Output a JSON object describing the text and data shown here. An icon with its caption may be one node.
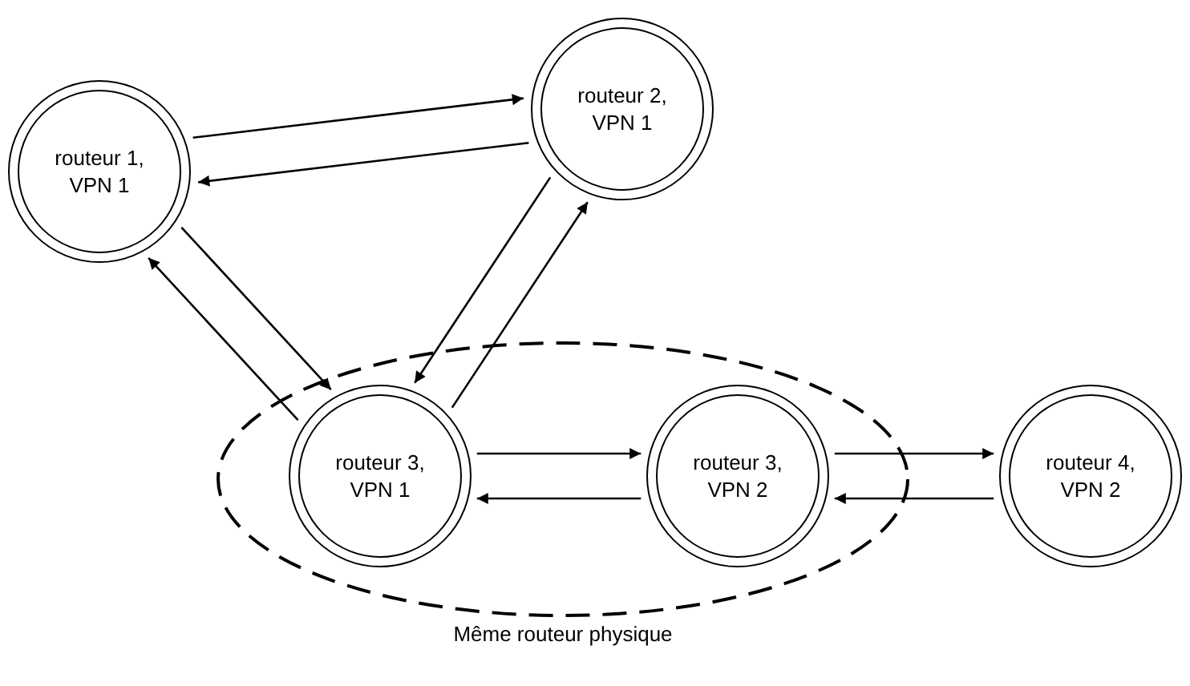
{
  "diagram": {
    "nodes": [
      {
        "text": [
          "routeur 1, VPN 1"
        ]
      },
      {
        "text": [
          "routeur 2, VPN 1"
        ]
      },
      {
        "text": [
          "Même routeur physique"
        ]
      },
      {
        "text": [
          "routeur 3, VPN 1"
        ],
        "in": 2
      },
      {
        "text": [
          "routeur 3, VPN 2"
        ],
        "in": 2
      },
      {
        "text": [
          "routeur 4, VPN 2"
        ]
      }
    ],
    "edges": [
      {
        "from": 0,
        "to": 1,
        "arrow": "to"
      },
      {
        "from": 1,
        "to": 0,
        "arrow": "to"
      },
      {
        "from": 0,
        "to": 3,
        "arrow": "to"
      },
      {
        "from": 3,
        "to": 0,
        "arrow": "to"
      },
      {
        "from": 1,
        "to": 3,
        "arrow": "to"
      },
      {
        "from": 3,
        "to": 1,
        "arrow": "to"
      },
      {
        "from": 3,
        "to": 4,
        "arrow": "to"
      },
      {
        "from": 4,
        "to": 3,
        "arrow": "to"
      },
      {
        "from": 4,
        "to": 5,
        "arrow": "to"
      },
      {
        "from": 5,
        "to": 4,
        "arrow": "to"
      }
    ]
  }
}
